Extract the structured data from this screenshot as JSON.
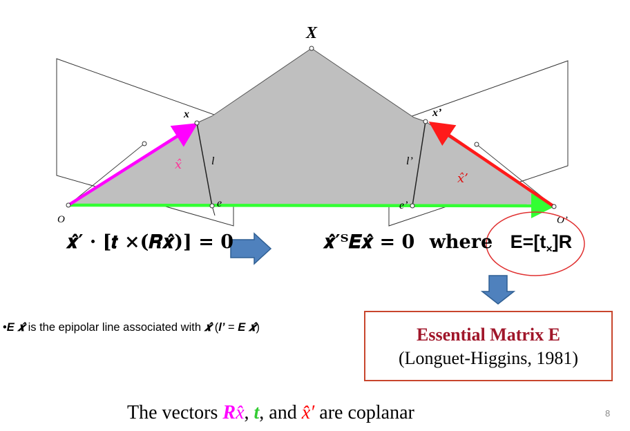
{
  "diagram": {
    "label_X": "X",
    "label_x": "x",
    "label_xprime": "x’",
    "label_l": "l",
    "label_lprime": "l’",
    "label_e": "e",
    "label_eprime": "e’",
    "label_O": "O",
    "label_Oprime": "O’",
    "label_xhat": "x̂",
    "label_xhatprime": "x̂’",
    "colors": {
      "plane_fill": "#bfbfbf",
      "baseline": "#33ff33",
      "ray_left": "#ff00ff",
      "ray_right": "#ff1a1a",
      "arrow_fill": "#4f81bd",
      "circle": "#e03030"
    }
  },
  "equation_left": {
    "xhatprime": "𝒙̂′",
    "dot_bracket": " · [",
    "t_cross": "𝒕 ×(",
    "Rx": "𝑹𝒙̂",
    "close": ")] = 0"
  },
  "equation_right": {
    "main": "𝒙̂′ᵀ𝑬𝒙̂ = 0",
    "where": "where",
    "E_def": "E=[t",
    "E_sub": "×",
    "E_end": "]R"
  },
  "bullet": {
    "dot": "•",
    "E": "E",
    "xhat": "𝒙̂",
    "text1": " is the epipolar line associated with ",
    "xhat2": "𝒙̂",
    "paren_open": " (",
    "lprime": "l’",
    "eq": " = ",
    "E2": "E",
    "xhat3": "𝒙̂",
    "paren_close": ")"
  },
  "essential_box": {
    "title": "Essential Matrix E",
    "subtitle": "(Longuet-Higgins, 1981)"
  },
  "footer": {
    "prefix": "The vectors ",
    "R": "R",
    "xhat": "x̂",
    "comma1": ", ",
    "t": "t",
    "and": ", and ",
    "xhatprime": "x̂′",
    "suffix": " are coplanar"
  },
  "page_number": "8"
}
